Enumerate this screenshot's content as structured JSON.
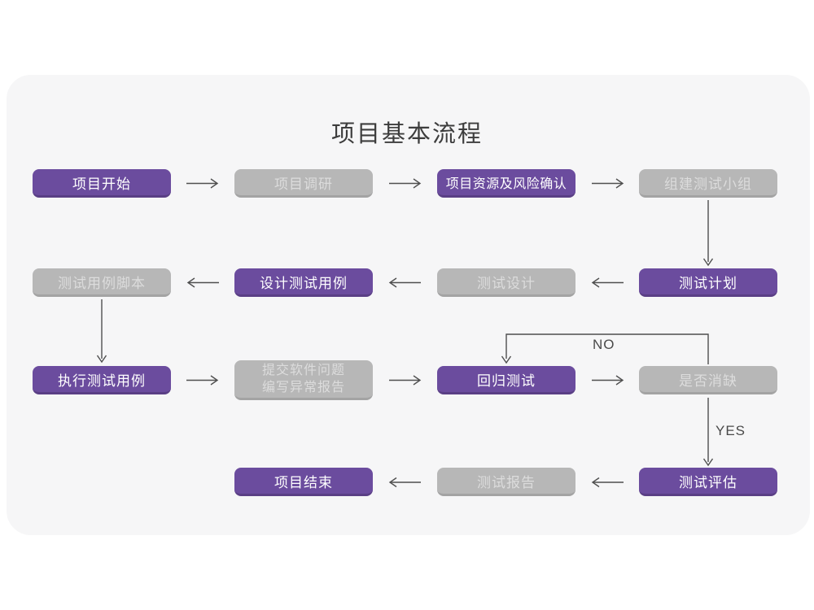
{
  "title": "项目基本流程",
  "branch_labels": {
    "no": "NO",
    "yes": "YES"
  },
  "colors": {
    "purple": "#6b4c9e",
    "purple_edge": "#5a3f85",
    "gray": "#b7b7b7",
    "gray_edge": "#a3a3a3",
    "gray_text": "#dcdcdc",
    "purple_text": "#ffffff",
    "card_background": "#f6f6f7",
    "arrow": "#4f4f4f",
    "title_text": "#3d3d3d"
  },
  "nodes": [
    {
      "label": "项目开始",
      "variant": "purple"
    },
    {
      "label": "项目调研",
      "variant": "gray"
    },
    {
      "label": "项目资源及风险确认",
      "variant": "purple"
    },
    {
      "label": "组建测试小组",
      "variant": "gray"
    },
    {
      "label": "测试用例脚本",
      "variant": "gray"
    },
    {
      "label": "设计测试用例",
      "variant": "purple"
    },
    {
      "label": "测试设计",
      "variant": "gray"
    },
    {
      "label": "测试计划",
      "variant": "purple"
    },
    {
      "label": "执行测试用例",
      "variant": "purple"
    },
    {
      "label_line1": "提交软件问题",
      "label_line2": "编写异常报告",
      "variant": "gray"
    },
    {
      "label": "回归测试",
      "variant": "purple"
    },
    {
      "label": "是否消缺",
      "variant": "gray"
    },
    {
      "label": "项目结束",
      "variant": "purple"
    },
    {
      "label": "测试报告",
      "variant": "gray"
    },
    {
      "label": "测试评估",
      "variant": "purple"
    }
  ]
}
